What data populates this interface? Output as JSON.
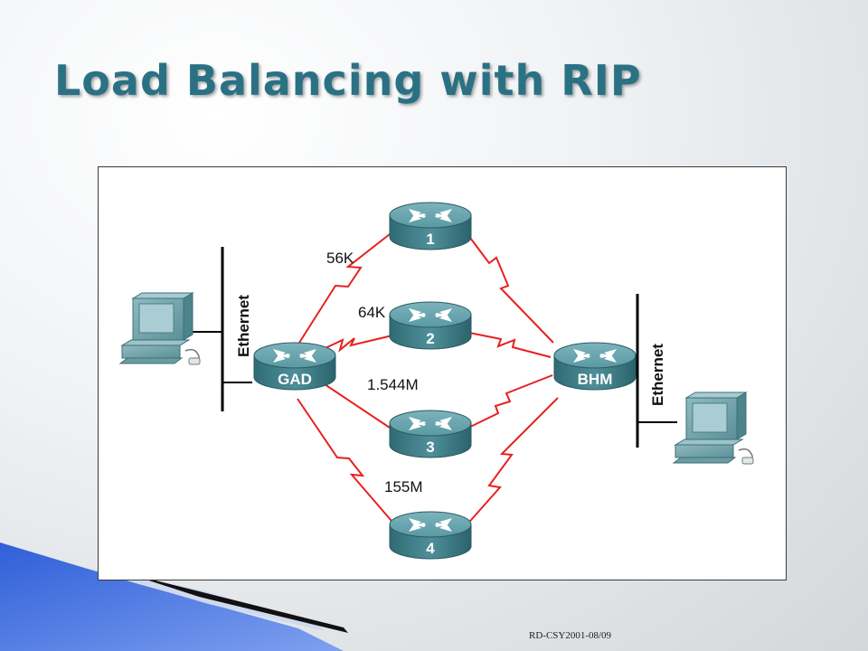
{
  "slide": {
    "title": "Load Balancing with RIP",
    "footer": "RD-CSY2001-08/09"
  },
  "diagram": {
    "routers": {
      "gad": "GAD",
      "bhm": "BHM",
      "r1": "1",
      "r2": "2",
      "r3": "3",
      "r4": "4"
    },
    "ethernet_left": "Ethernet",
    "ethernet_right": "Ethernet",
    "links": {
      "l1": "56K",
      "l2": "64K",
      "l3": "1.544M",
      "l4": "155M"
    }
  },
  "colors": {
    "title": "#2b7184",
    "link": "#e8201f",
    "router": "#4f8f99",
    "accent_blue": "#3d6ee8"
  },
  "icons": [
    "router-icon",
    "computer-icon"
  ]
}
